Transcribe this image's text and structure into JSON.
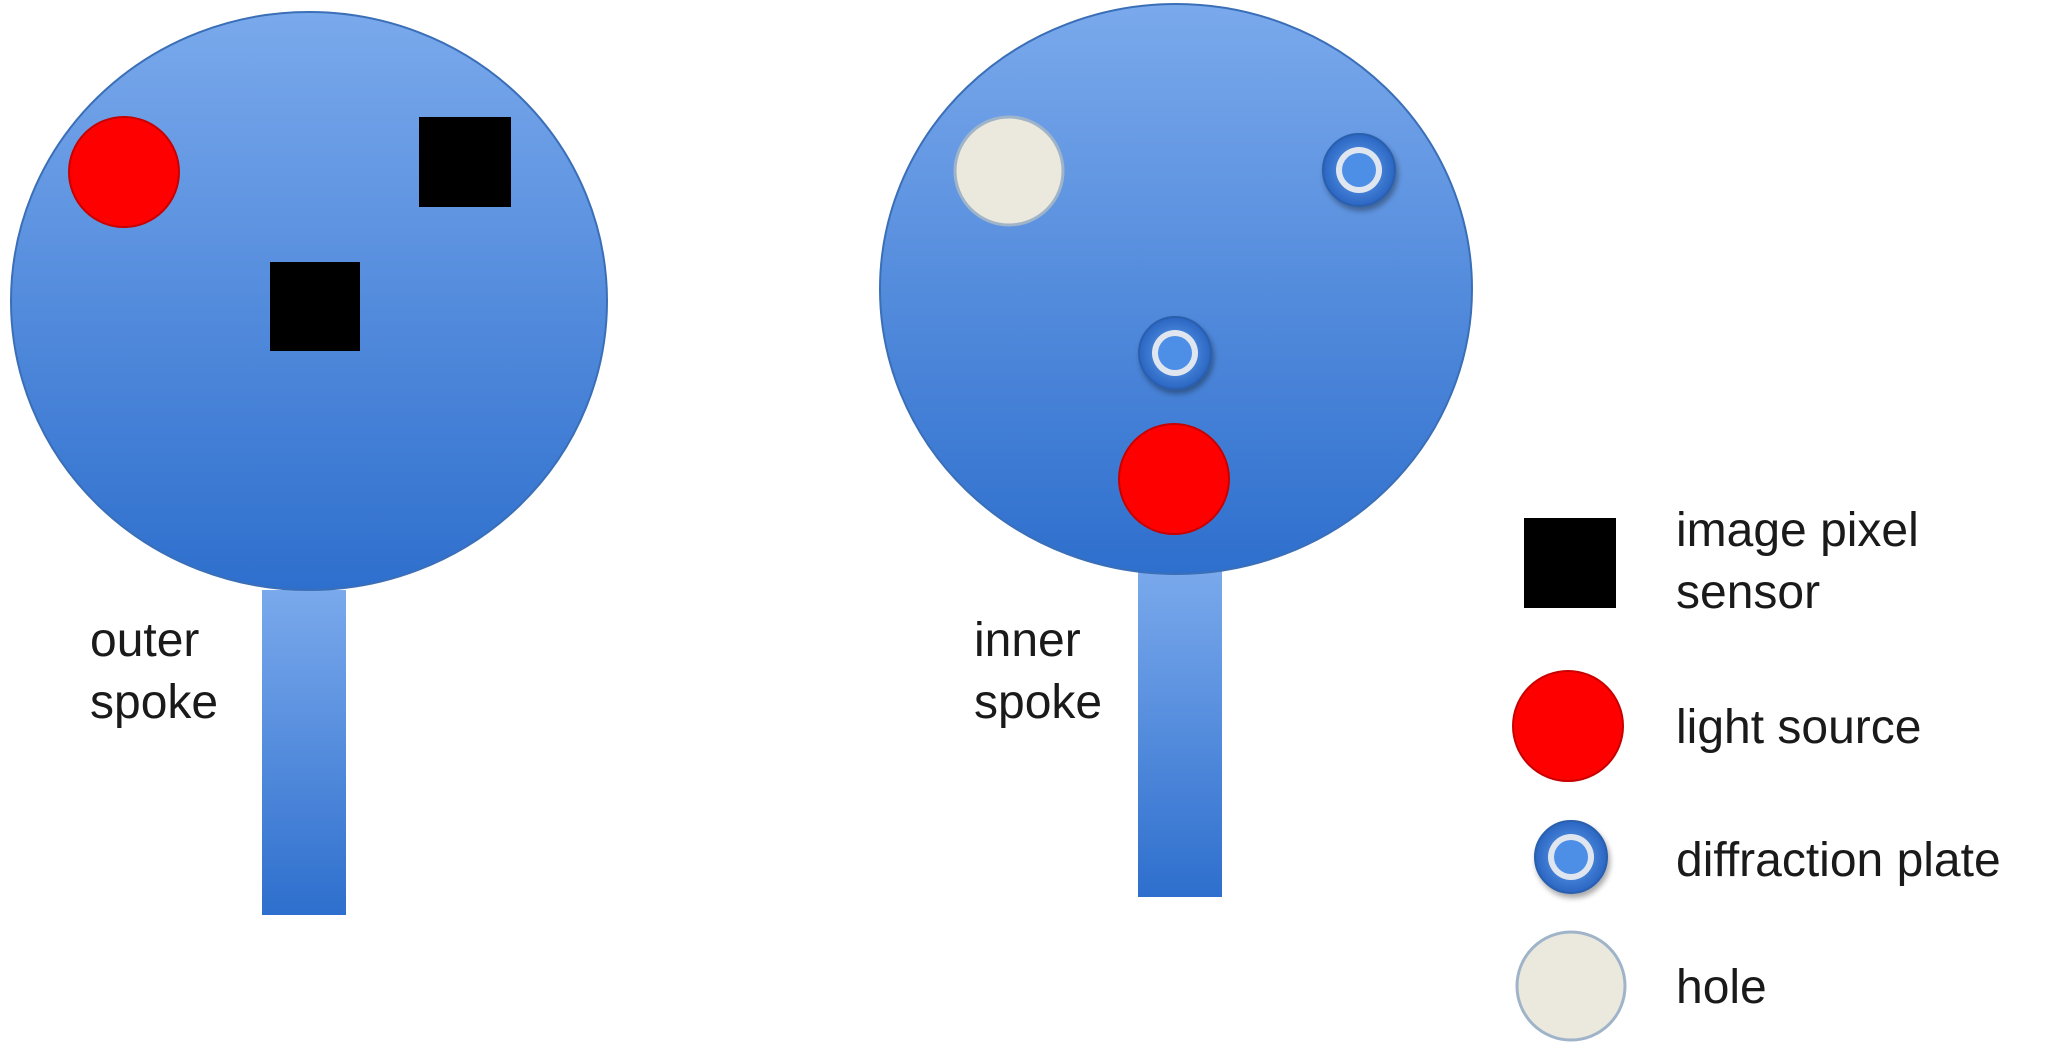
{
  "colors": {
    "disc_top": "#7aa9ec",
    "disc_bottom": "#2e6fcd",
    "disc_stroke": "#3a6fb8",
    "light_source": "#ff0000",
    "pixel_sensor": "#000000",
    "hole": "#ebe8dd",
    "plate_ring": "#dfe6ef",
    "plate_core": "#4d8ee6"
  },
  "spokes": {
    "outer": {
      "label": "outer\nspoke"
    },
    "inner": {
      "label": "inner\nspoke"
    }
  },
  "legend": {
    "items": [
      {
        "key": "pixel",
        "label": "image pixel\nsensor",
        "icon": "black-square-icon"
      },
      {
        "key": "light",
        "label": "light source",
        "icon": "red-circle-icon"
      },
      {
        "key": "plate",
        "label": "diffraction plate",
        "icon": "diffraction-plate-icon"
      },
      {
        "key": "hole",
        "label": "hole",
        "icon": "hole-icon"
      }
    ]
  }
}
